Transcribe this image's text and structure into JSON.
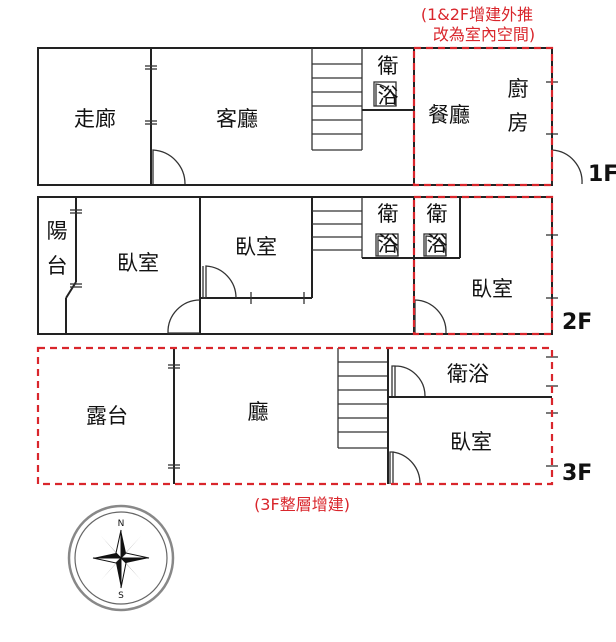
{
  "notes": {
    "top_line1": "(1&2F增建外推",
    "top_line2": "改為室內空間)",
    "bottom": "(3F整層增建)"
  },
  "floor_labels": {
    "f1": "1F",
    "f2": "2F",
    "f3": "3F"
  },
  "rooms": {
    "f1": {
      "corridor": "走廊",
      "living": "客廳",
      "bath_top": "衛",
      "bath_bottom": "浴",
      "dining": "餐廳",
      "kitchen_top": "廚",
      "kitchen_bottom": "房"
    },
    "f2": {
      "balcony_top": "陽",
      "balcony_bottom": "台",
      "bedroom_left": "臥室",
      "bedroom_mid": "臥室",
      "bath1_top": "衛",
      "bath1_bottom": "浴",
      "bath2_top": "衛",
      "bath2_bottom": "浴",
      "bedroom_right": "臥室"
    },
    "f3": {
      "terrace": "露台",
      "hall": "廳",
      "bath": "衛浴",
      "bedroom": "臥室"
    }
  },
  "compass": {
    "north": "N",
    "south": "S"
  },
  "colors": {
    "addition": "#d9262c",
    "wall": "#222222"
  }
}
